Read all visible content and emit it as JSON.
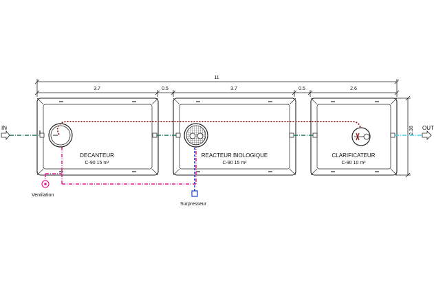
{
  "dimensions": {
    "total": "11",
    "segments": [
      "3.7",
      "0.5",
      "3.7",
      "0.5",
      "2.6"
    ],
    "height": "2.38"
  },
  "inlet_label": "IN",
  "outlet_label": "OUT",
  "tanks": [
    {
      "name": "DECANTEUR",
      "spec": "C-90 15 m³"
    },
    {
      "name": "REACTEUR BIOLOGIQUE",
      "spec": "C-90 15 m³"
    },
    {
      "name": "CLARIFICATEUR",
      "spec": "C-90 10 m³"
    }
  ],
  "ventilation_label": "Ventilation",
  "surpresseur_label": "Surpresseur",
  "colors": {
    "outline": "#222222",
    "water_line": "#1f7a5a",
    "outlet_line": "#38d4e8",
    "recirculation": "#8b1a1a",
    "air_line": "#e6178f",
    "blower_line": "#1a3fd1",
    "vent_accent": "#e6178f"
  }
}
